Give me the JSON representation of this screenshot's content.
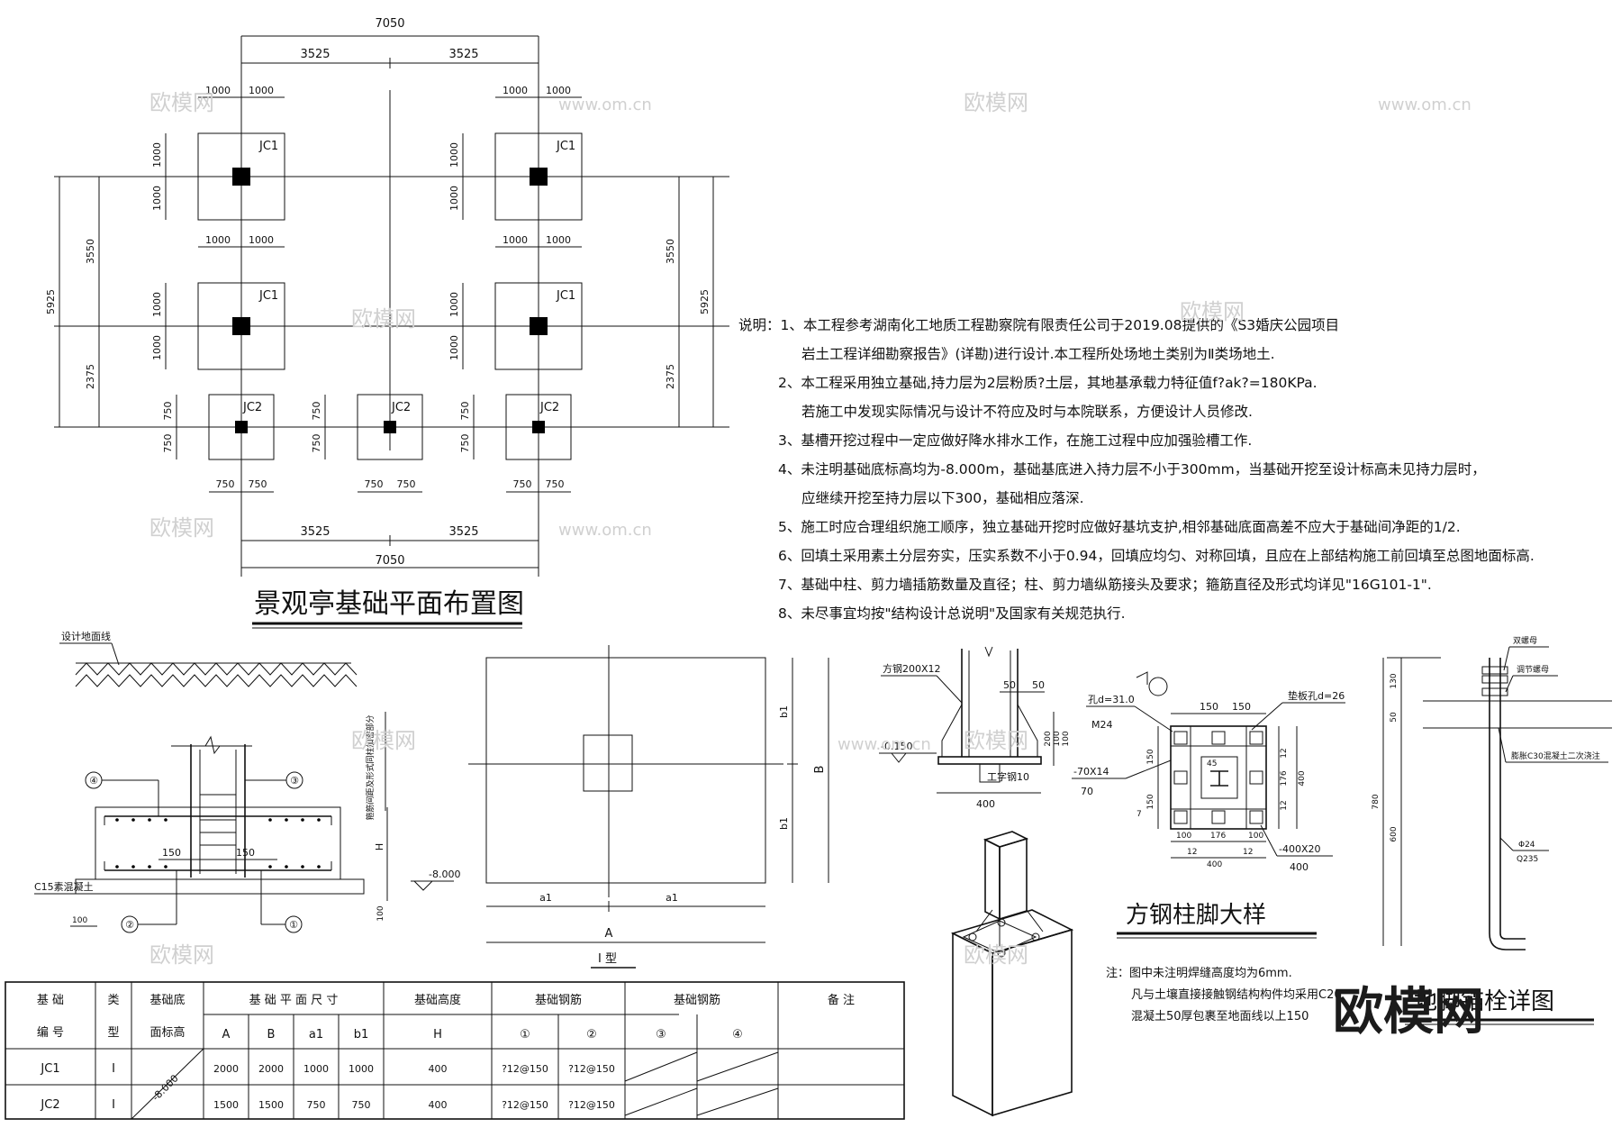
{
  "plan": {
    "title": "景观亭基础平面布置图",
    "dim_total": "7050",
    "dim_half": "3525",
    "dim_1000": "1000",
    "dim_750": "750",
    "dim_3550": "3550",
    "dim_5925": "5925",
    "dim_2375": "2375",
    "jc1": "JC1",
    "jc2": "JC2"
  },
  "notes": {
    "lines": [
      "说明：1、本工程参考湖南化工地质工程勘察院有限责任公司于2019.08提供的《S3婚庆公园项目",
      "岩土工程详细勘察报告》(详勘)进行设计.本工程所处场地土类别为Ⅱ类场地土.",
      "2、本工程采用独立基础,持力层为2层粉质?土层，其地基承载力特征值f?ak?=180KPa.",
      "若施工中发现实际情况与设计不符应及时与本院联系，方便设计人员修改.",
      "3、基槽开挖过程中一定应做好降水排水工作，在施工过程中应加强验槽工作.",
      "4、未注明基础底标高均为-8.000m，基础基底进入持力层不小于300mm，当基础开挖至设计标高未见持力层时，",
      "应继续开挖至持力层以下300，基础相应落深.",
      "5、施工时应合理组织施工顺序，独立基础开挖时应做好基坑支护,相邻基础底面高差不应大于基础间净距的1/2.",
      "6、回填土采用素土分层夯实，压实系数不小于0.94，回填应均匀、对称回填，且应在上部结构施工前回填至总图地面标高.",
      "7、基础中柱、剪力墙插筋数量及直径；柱、剪力墙纵筋接头及要求；箍筋直径及形式均详见\"16G101-1\".",
      "8、未尽事宜均按\"结构设计总说明\"及国家有关规范执行."
    ]
  },
  "section": {
    "ground_line": "设计地面线",
    "c15": "C15素混凝土",
    "rebar_note": "箍筋间距及形式同柱加密部分",
    "elev": "-8.000",
    "h": "H",
    "d150": "150",
    "d100": "100",
    "c1": "①",
    "c2": "②",
    "c3": "③",
    "c4": "④"
  },
  "type_plan": {
    "a1": "a1",
    "b1": "b1",
    "A": "A",
    "B": "B",
    "caption": "I 型"
  },
  "col_foot": {
    "title": "方钢柱脚大样",
    "steel": "方钢200X12",
    "elev": "-0.150",
    "plate": "-70X14",
    "d70": "70",
    "ibeam": "工字钢10",
    "d400": "400",
    "d50": "50",
    "d200": "200",
    "d100": "100",
    "hole": "孔d=31.0",
    "m24": "M24",
    "washer": "垫板孔d=26",
    "d150": "150",
    "d176": "176",
    "d12": "12",
    "d45": "45",
    "d7": "7",
    "base": "-400X20"
  },
  "bolt": {
    "title": "地脚锚栓详图",
    "nut2": "双螺母",
    "adj": "调节螺母",
    "grout": "膨胀C30混凝土二次浇注",
    "d130": "130",
    "d50": "50",
    "d780": "780",
    "d600": "600",
    "dia": "Φ24",
    "mat": "Q235"
  },
  "weld_note": {
    "l1": "注：图中未注明焊缝高度均为6mm.",
    "l2": "凡与土壤直接接触钢结构构件均采用C20",
    "l3": "混凝土50厚包裹至地面线以上150"
  },
  "table": {
    "h_name1": "基  础",
    "h_name2": "编  号",
    "h_type1": "类",
    "h_type2": "型",
    "h_elev1": "基础底",
    "h_elev2": "面标高",
    "h_size": "基 础 平 面 尺 寸",
    "h_height": "基础高度",
    "h_bar": "基础钢筋",
    "h_bar2": "基础钢筋",
    "h_note": "备  注",
    "sub": [
      "A",
      "B",
      "a1",
      "b1",
      "H",
      "①",
      "②",
      "③",
      "④"
    ],
    "elev_value": "-8.000",
    "rows": [
      {
        "name": "JC1",
        "type": "I",
        "A": "2000",
        "B": "2000",
        "a1": "1000",
        "b1": "1000",
        "H": "400",
        "r1": "?12@150",
        "r2": "?12@150"
      },
      {
        "name": "JC2",
        "type": "I",
        "A": "1500",
        "B": "1500",
        "a1": "750",
        "b1": "750",
        "H": "400",
        "r1": "?12@150",
        "r2": "?12@150"
      }
    ]
  },
  "watermark": {
    "text": "欧模网",
    "url": "www.om.cn",
    "big": "欧模网"
  }
}
